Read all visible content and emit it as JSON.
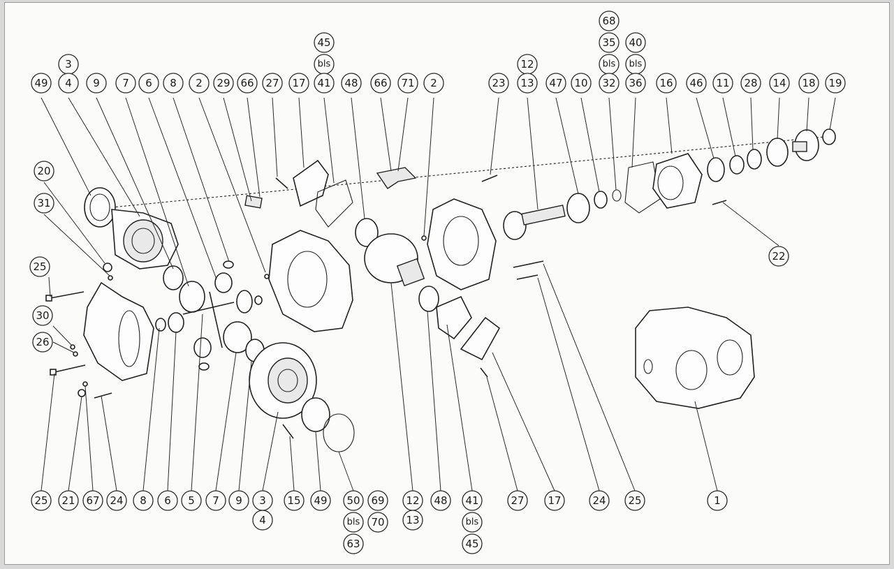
{
  "callouts": [
    {
      "id": "c-3a",
      "text": "3"
    },
    {
      "id": "c-4a",
      "text": "4"
    },
    {
      "id": "c-49a",
      "text": "49"
    },
    {
      "id": "c-9a",
      "text": "9"
    },
    {
      "id": "c-7a",
      "text": "7"
    },
    {
      "id": "c-6a",
      "text": "6"
    },
    {
      "id": "c-8a",
      "text": "8"
    },
    {
      "id": "c-2a",
      "text": "2"
    },
    {
      "id": "c-29",
      "text": "29"
    },
    {
      "id": "c-66a",
      "text": "66"
    },
    {
      "id": "c-27a",
      "text": "27"
    },
    {
      "id": "c-17a",
      "text": "17"
    },
    {
      "id": "c-45a",
      "text": "45"
    },
    {
      "id": "c-bls1",
      "text": "bls"
    },
    {
      "id": "c-41a",
      "text": "41"
    },
    {
      "id": "c-48a",
      "text": "48"
    },
    {
      "id": "c-66b",
      "text": "66"
    },
    {
      "id": "c-71",
      "text": "71"
    },
    {
      "id": "c-2b",
      "text": "2"
    },
    {
      "id": "c-23",
      "text": "23"
    },
    {
      "id": "c-12a",
      "text": "12"
    },
    {
      "id": "c-13a",
      "text": "13"
    },
    {
      "id": "c-47",
      "text": "47"
    },
    {
      "id": "c-10",
      "text": "10"
    },
    {
      "id": "c-68",
      "text": "68"
    },
    {
      "id": "c-35",
      "text": "35"
    },
    {
      "id": "c-bls2",
      "text": "bls"
    },
    {
      "id": "c-32",
      "text": "32"
    },
    {
      "id": "c-40",
      "text": "40"
    },
    {
      "id": "c-bls3",
      "text": "bls"
    },
    {
      "id": "c-36",
      "text": "36"
    },
    {
      "id": "c-16",
      "text": "16"
    },
    {
      "id": "c-46",
      "text": "46"
    },
    {
      "id": "c-11",
      "text": "11"
    },
    {
      "id": "c-28",
      "text": "28"
    },
    {
      "id": "c-14",
      "text": "14"
    },
    {
      "id": "c-18",
      "text": "18"
    },
    {
      "id": "c-19",
      "text": "19"
    },
    {
      "id": "c-20",
      "text": "20"
    },
    {
      "id": "c-31",
      "text": "31"
    },
    {
      "id": "c-25a",
      "text": "25"
    },
    {
      "id": "c-30",
      "text": "30"
    },
    {
      "id": "c-26",
      "text": "26"
    },
    {
      "id": "c-22",
      "text": "22"
    },
    {
      "id": "c-25b",
      "text": "25"
    },
    {
      "id": "c-21",
      "text": "21"
    },
    {
      "id": "c-67",
      "text": "67"
    },
    {
      "id": "c-24a",
      "text": "24"
    },
    {
      "id": "c-8b",
      "text": "8"
    },
    {
      "id": "c-6b",
      "text": "6"
    },
    {
      "id": "c-5",
      "text": "5"
    },
    {
      "id": "c-7b",
      "text": "7"
    },
    {
      "id": "c-9b",
      "text": "9"
    },
    {
      "id": "c-3b",
      "text": "3"
    },
    {
      "id": "c-4b",
      "text": "4"
    },
    {
      "id": "c-15",
      "text": "15"
    },
    {
      "id": "c-49b",
      "text": "49"
    },
    {
      "id": "c-50",
      "text": "50"
    },
    {
      "id": "c-bls4",
      "text": "bls"
    },
    {
      "id": "c-63",
      "text": "63"
    },
    {
      "id": "c-69",
      "text": "69"
    },
    {
      "id": "c-70",
      "text": "70"
    },
    {
      "id": "c-12b",
      "text": "12"
    },
    {
      "id": "c-13b",
      "text": "13"
    },
    {
      "id": "c-48b",
      "text": "48"
    },
    {
      "id": "c-41b",
      "text": "41"
    },
    {
      "id": "c-bls5",
      "text": "bls"
    },
    {
      "id": "c-45b",
      "text": "45"
    },
    {
      "id": "c-27b",
      "text": "27"
    },
    {
      "id": "c-17b",
      "text": "17"
    },
    {
      "id": "c-24b",
      "text": "24"
    },
    {
      "id": "c-25c",
      "text": "25"
    },
    {
      "id": "c-1",
      "text": "1"
    }
  ]
}
